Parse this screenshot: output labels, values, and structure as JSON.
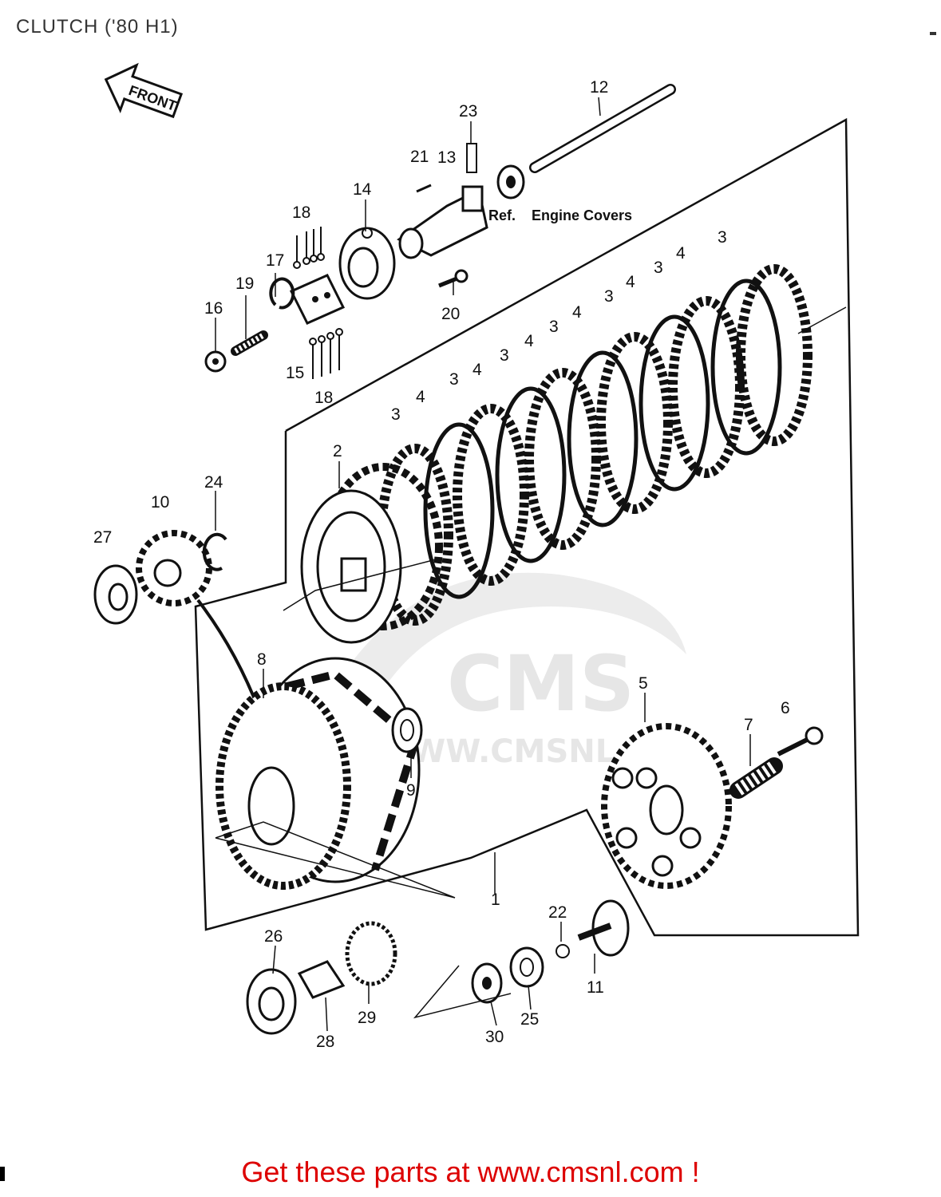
{
  "title": "CLUTCH ('80 H1)",
  "front_label": "FRONT",
  "ref_label": "Ref.",
  "ref_text": "Engine Covers",
  "watermark": {
    "logo": "CMS",
    "url": "WWW.CMSNL.COM"
  },
  "callouts": [
    "1",
    "2",
    "3",
    "4",
    "5",
    "6",
    "7",
    "8",
    "9",
    "10",
    "11",
    "12",
    "13",
    "14",
    "15",
    "16",
    "17",
    "18",
    "19",
    "20",
    "21",
    "22",
    "23",
    "24",
    "25",
    "26",
    "27",
    "28",
    "29",
    "30"
  ],
  "promo": "Get these parts at www.cmsnl.com !",
  "colors": {
    "promo": "#dd0000",
    "line": "#111111",
    "watermark": "#e6e6e6"
  }
}
